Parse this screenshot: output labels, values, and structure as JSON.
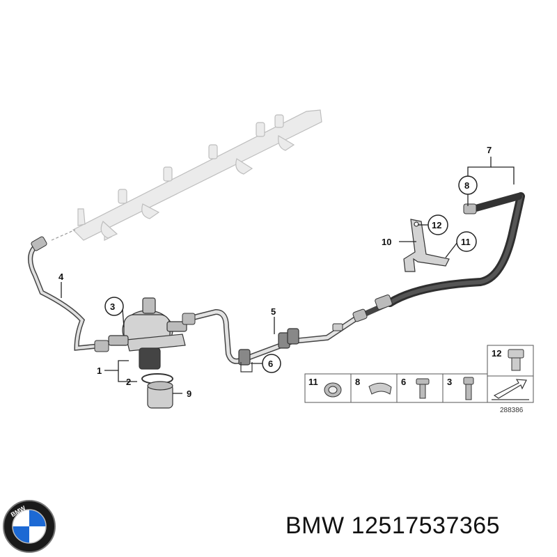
{
  "callouts": {
    "c1": "1",
    "c2": "2",
    "c3": "3",
    "c4": "4",
    "c5": "5",
    "c6": "6",
    "c7": "7",
    "c8": "8",
    "c9": "9",
    "c10": "10",
    "c11": "11",
    "c12": "12"
  },
  "legend": {
    "top": "12",
    "row": [
      "11",
      "8",
      "6",
      "3"
    ]
  },
  "diagram_number": "288386",
  "logo": {
    "text": "BMW"
  },
  "caption": {
    "brand": "BMW",
    "part_number": "12517537365"
  },
  "colors": {
    "line": "#333333",
    "part_fill": "#d9d9d9",
    "rail_fill": "#e8e8e8",
    "hose": "#3a3a3a",
    "bmw_blue": "#1c69d4"
  }
}
